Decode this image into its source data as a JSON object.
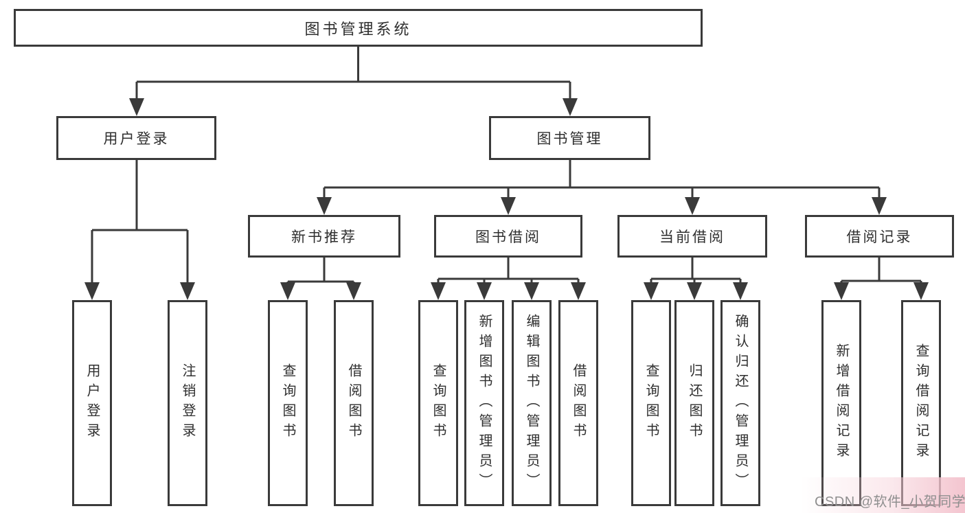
{
  "diagram_title": "图书管理系统",
  "colors": {
    "line": "#3a3a3a",
    "box_border": "#3a3a3a",
    "box_bg": "#ffffff",
    "text": "#2f2f2f",
    "watermark_text": "#8f8f8f",
    "watermark_pink": "#f3c2cd",
    "background": "#ffffff"
  },
  "nodes": {
    "root": {
      "label": "图书管理系统"
    },
    "user_login": {
      "label": "用户登录"
    },
    "book_mgmt": {
      "label": "图书管理"
    },
    "new_book_rec": {
      "label": "新书推荐"
    },
    "book_borrow": {
      "label": "图书借阅"
    },
    "current_borrow": {
      "label": "当前借阅"
    },
    "borrow_records": {
      "label": "借阅记录"
    },
    "leaf_user_login": {
      "label": "用户登录"
    },
    "leaf_logout": {
      "label": "注销登录"
    },
    "leaf_query_book_rec": {
      "label": "查询图书"
    },
    "leaf_borrow_book_rec": {
      "label": "借阅图书"
    },
    "leaf_query_book_borrow": {
      "label": "查询图书"
    },
    "leaf_add_book_admin": {
      "label": "新增图书（管理员）"
    },
    "leaf_edit_book_admin": {
      "label": "编辑图书（管理员）"
    },
    "leaf_borrow_book_2": {
      "label": "借阅图书"
    },
    "leaf_query_book_current": {
      "label": "查询图书"
    },
    "leaf_return_book": {
      "label": "归还图书"
    },
    "leaf_confirm_return_admin": {
      "label": "确认归还（管理员）"
    },
    "leaf_add_borrow_record": {
      "label": "新增借阅记录"
    },
    "leaf_query_borrow_record": {
      "label": "查询借阅记录"
    }
  },
  "watermark": {
    "text": "CSDN @软件_小贺同学"
  }
}
